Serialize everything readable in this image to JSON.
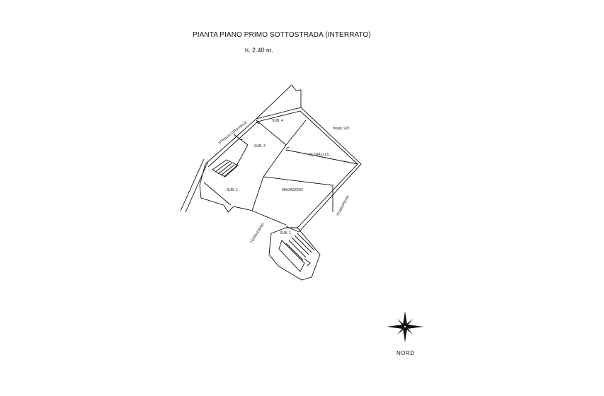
{
  "title": "PIANTA PIANO PRIMO SOTTOSTRADA (INTERRATO)",
  "height": "h. 2.40 m.",
  "labels": {
    "sub4_top": "SUB. 4",
    "sub4_left": "SUB. 4",
    "altra_ud": "ALTRA U.I.U.",
    "mapp": "mapp. 923",
    "magazzino": "MAGAZZINO",
    "sub1": "SUB. 1",
    "sub1_bottom": "SUB. 1",
    "strada": "STRADA COMUNALE",
    "terrapieno_right": "TERRAPIENO",
    "terrapieno_left": "TERRAPIENO"
  },
  "compass": {
    "label": "NORD"
  }
}
